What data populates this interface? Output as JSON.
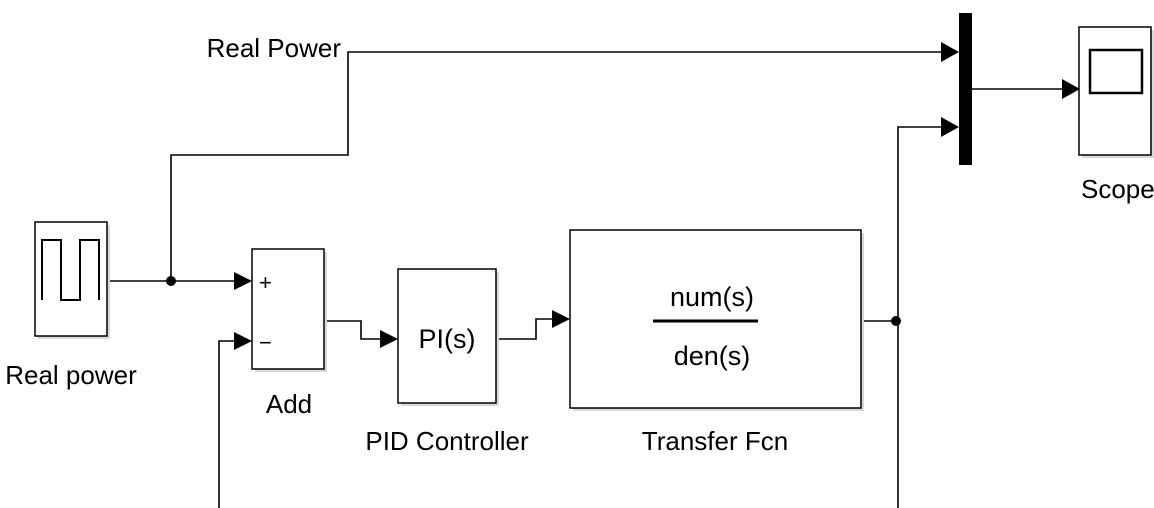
{
  "diagram": {
    "signal_label": "Real Power",
    "blocks": {
      "source": {
        "label": "Real power",
        "icon": "pulse-generator-icon"
      },
      "add": {
        "label": "Add",
        "plus_sign": "+",
        "minus_sign": "−"
      },
      "pid": {
        "label": "PID Controller",
        "content": "PI(s)"
      },
      "transfer": {
        "label": "Transfer Fcn",
        "numerator": "num(s)",
        "denominator": "den(s)"
      },
      "mux": {
        "icon": "mux-bar-icon"
      },
      "scope": {
        "label": "Scope",
        "icon": "scope-screen-icon"
      }
    }
  }
}
